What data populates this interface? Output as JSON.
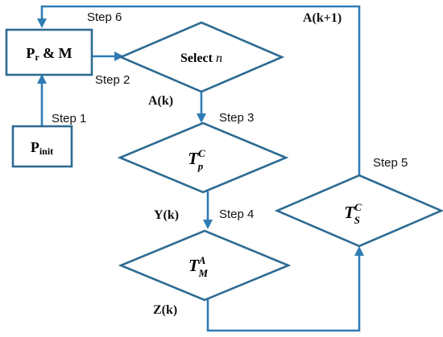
{
  "nodes": {
    "pr_m": {
      "main": "P",
      "sub": "r",
      "rest": " & M"
    },
    "select_n": {
      "text": "Select ",
      "var": "n"
    },
    "p_init": {
      "main": "P",
      "sub": "init"
    },
    "t_p_c": {
      "main": "T",
      "sup": "C",
      "sub": "p"
    },
    "t_m_a": {
      "main": "T",
      "sup": "A",
      "sub": "M"
    },
    "t_s_c": {
      "main": "T",
      "sup": "C",
      "sub": "S"
    }
  },
  "steps": {
    "step1": "Step 1",
    "step2": "Step 2",
    "step3": "Step 3",
    "step4": "Step 4",
    "step5": "Step 5",
    "step6": "Step 6"
  },
  "signals": {
    "a_k": "A(k)",
    "a_k1": "A(k+1)",
    "y_k": "Y(k)",
    "z_k": "Z(k)"
  },
  "colors": {
    "node_stroke": "#2e6b93",
    "edge": "#2f7cb5"
  }
}
